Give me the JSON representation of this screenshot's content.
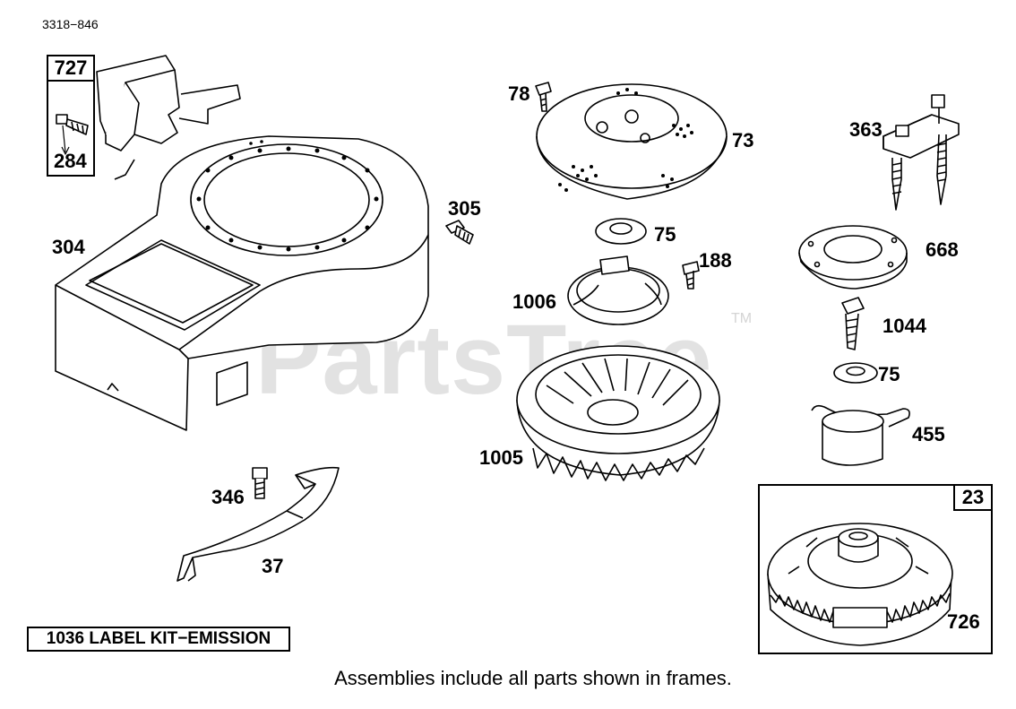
{
  "diagram_id": "3318−846",
  "watermark": "PartsTree",
  "trademark": "TM",
  "footer_note": "Assemblies include all parts shown in frames.",
  "label_kit": "1036 LABEL KIT−EMISSION",
  "frames": {
    "frame_727": "727",
    "frame_23": "23"
  },
  "parts": {
    "p284": "284",
    "p304": "304",
    "p346": "346",
    "p37": "37",
    "p78": "78",
    "p73": "73",
    "p305": "305",
    "p75a": "75",
    "p188": "188",
    "p1006": "1006",
    "p1005": "1005",
    "p363": "363",
    "p668": "668",
    "p1044": "1044",
    "p75b": "75",
    "p455": "455",
    "p726": "726"
  }
}
